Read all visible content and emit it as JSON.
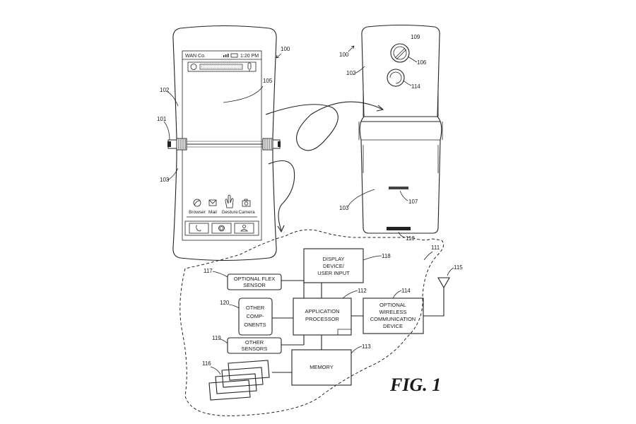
{
  "figure": {
    "title": "FIG. 1"
  },
  "front_phone": {
    "carrier": "WAN Co.",
    "time": "1:20 PM",
    "apps": [
      "Browser",
      "Mail",
      "Gesture",
      "Camera"
    ],
    "refs": {
      "device": "100",
      "upper": "102",
      "lower": "103",
      "hinge": "101",
      "display": "105"
    }
  },
  "back_phone": {
    "refs": {
      "device": "100",
      "upper": "102",
      "lower": "103",
      "top": "109",
      "camera": "106",
      "sensor": "114",
      "pattern": "107",
      "connector": "110"
    }
  },
  "block_diagram": {
    "refs": {
      "boundary": "111",
      "antenna": "115",
      "cards": "116"
    },
    "blocks": {
      "display": {
        "lines": [
          "DISPLAY",
          "DEVICE/",
          "USER INPUT"
        ],
        "ref": "118"
      },
      "flex": {
        "lines": [
          "OPTIONAL FLEX",
          "SENSOR"
        ],
        "ref": "117"
      },
      "other_comp": {
        "lines": [
          "OTHER",
          "COMP-",
          "ONENTS"
        ],
        "ref": "120"
      },
      "app_proc": {
        "lines": [
          "APPLICATION",
          "PROCESSOR"
        ],
        "ref": "112"
      },
      "wireless": {
        "lines": [
          "OPTIONAL",
          "WIRELESS",
          "COMMUNICATION",
          "DEVICE"
        ],
        "ref": "114"
      },
      "other_sens": {
        "lines": [
          "OTHER",
          "SENSORS"
        ],
        "ref": "119"
      },
      "memory": {
        "lines": [
          "MEMORY"
        ],
        "ref": "113"
      }
    }
  },
  "icons": [
    "search-icon",
    "mic-icon",
    "signal-icon",
    "battery-icon",
    "browser-icon",
    "mail-icon",
    "gesture-hand-icon",
    "camera-icon",
    "phone-icon",
    "home-icon",
    "contact-icon",
    "camera-lens-icon",
    "antenna-icon"
  ]
}
